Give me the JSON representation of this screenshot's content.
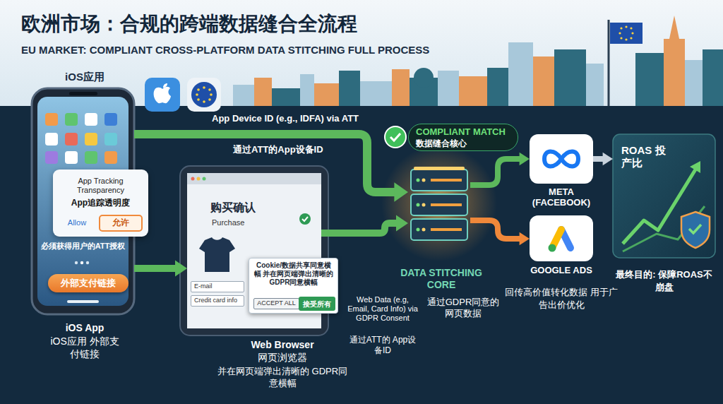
{
  "diagram": {
    "title": "欧洲市场：合规的跨端数据缝合全流程",
    "nodes": [
      {
        "text": [
          "iOS应用",
          "必须获得用户的ATT授权"
        ]
      },
      {
        "text": [
          "App Tracking Transparency",
          "App追踪透明度"
        ],
        "in": 0
      },
      {
        "text": [
          "Allow"
        ],
        "in": 1
      },
      {
        "text": [
          "允许"
        ],
        "in": 1
      },
      {
        "text": [
          "外部支付链接"
        ],
        "in": 0
      },
      {
        "text": [
          "购买确认",
          "Purchase"
        ]
      },
      {
        "text": [
          "E-mail"
        ],
        "in": 5
      },
      {
        "text": [
          "Credit card info"
        ],
        "in": 5
      },
      {
        "text": [
          "Cookie/数据共享同意横幅 并在网页端弹出清晰的GDPR同意横幅"
        ],
        "in": 5
      },
      {
        "text": [
          "ACCEPT ALL"
        ],
        "in": 8
      },
      {
        "text": [
          "接受所有"
        ],
        "in": 8
      },
      {
        "text": [
          "COMPLIANT MATCH",
          "数据缝合核心"
        ]
      },
      {
        "text": [
          "DATA STITCHING CORE"
        ]
      },
      {
        "text": [
          "META (FACEBOOK)"
        ]
      },
      {
        "text": [
          "GOOGLE ADS"
        ]
      },
      {
        "text": [
          "ROAS 投产比"
        ]
      }
    ],
    "edges": [
      {
        "from": 0,
        "to": 12,
        "label": "App Device ID (e.g., IDFA) via ATT",
        "arrow": "to"
      },
      {
        "from": 0,
        "to": 5,
        "arrow": "to"
      },
      {
        "from": 5,
        "to": 12,
        "label": "Web Data (e.g, Email, Card Info) via GDPR Consent",
        "arrow": "to"
      },
      {
        "from": 12,
        "to": 13,
        "arrow": "to"
      },
      {
        "from": 12,
        "to": 14,
        "arrow": "to"
      },
      {
        "from": 13,
        "to": 15,
        "arrow": "to"
      }
    ],
    "labels": [
      "EU MARKET: COMPLIANT CROSS-PLATFORM DATA STITCHING FULL PROCESS",
      "通过ATT的App设备ID",
      "iOS App",
      "iOS应用 外部支付链接",
      "Web Browser",
      "网页浏览器",
      "并在网页端弹出清晰的 GDPR同意横幅",
      "通过ATT的 App设备ID",
      "通过GDPR同意的网页数据",
      "回传高价值转化数据 用于广告出价优化",
      "最终目的: 保障ROAS不崩盘"
    ]
  }
}
